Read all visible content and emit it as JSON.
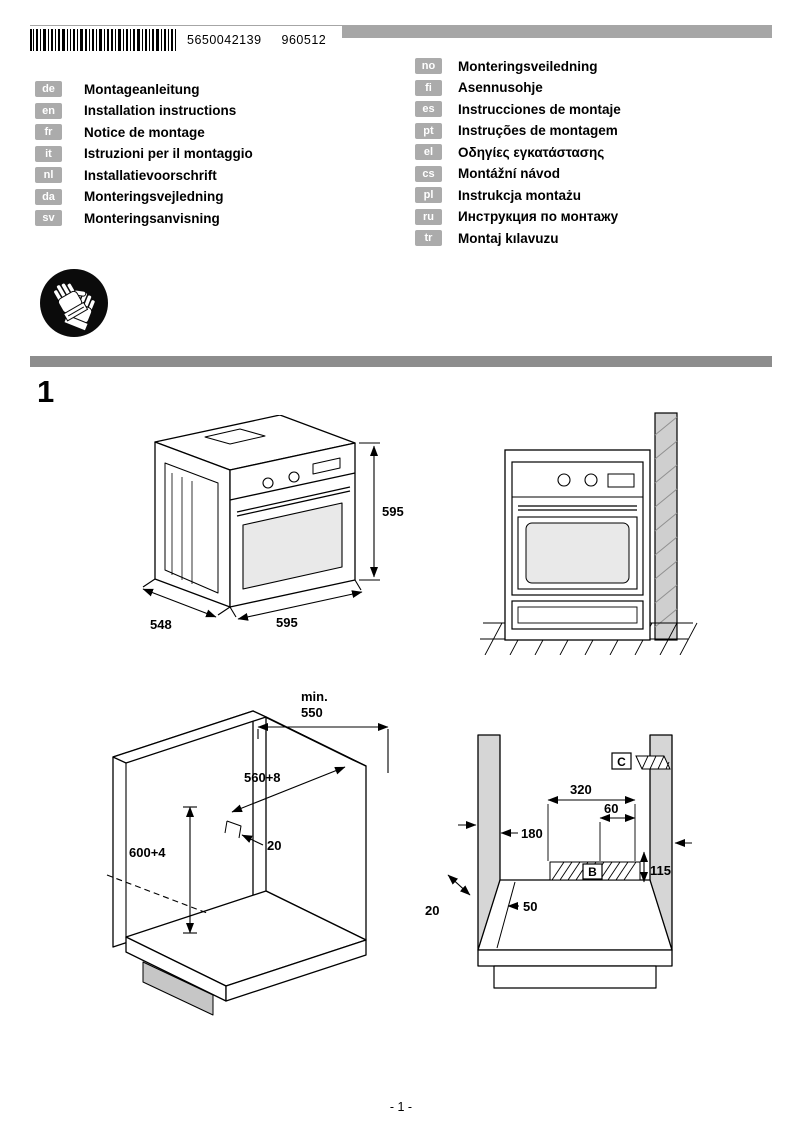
{
  "header": {
    "barcode_number": "5650042139",
    "print_code": "960512"
  },
  "languages": {
    "left": [
      {
        "code": "de",
        "label": "Montageanleitung"
      },
      {
        "code": "en",
        "label": "Installation instructions"
      },
      {
        "code": "fr",
        "label": "Notice de montage"
      },
      {
        "code": "it",
        "label": "Istruzioni per il montaggio"
      },
      {
        "code": "nl",
        "label": "Installatievoorschrift"
      },
      {
        "code": "da",
        "label": "Monteringsvejledning"
      },
      {
        "code": "sv",
        "label": "Monteringsanvisning"
      }
    ],
    "right": [
      {
        "code": "no",
        "label": "Monteringsveiledning"
      },
      {
        "code": "fi",
        "label": "Asennusohje"
      },
      {
        "code": "es",
        "label": "Instrucciones de montaje"
      },
      {
        "code": "pt",
        "label": "Instruções de montagem"
      },
      {
        "code": "el",
        "label": "Οδηγίες εγκατάστασης"
      },
      {
        "code": "cs",
        "label": "Montážní návod"
      },
      {
        "code": "pl",
        "label": "Instrukcja montażu"
      },
      {
        "code": "ru",
        "label": "Инструкция по монтажу"
      },
      {
        "code": "tr",
        "label": "Montaj kılavuzu"
      }
    ]
  },
  "section": {
    "number": "1"
  },
  "figures": {
    "oven": {
      "height": "595",
      "depth": "548",
      "width": "595"
    },
    "cabinet": {
      "min_label": "min.",
      "min_value": "550",
      "inner_width": "560+8",
      "inner_height": "600+4",
      "rear_gap": "20"
    },
    "niche": {
      "width_total": "320",
      "width_small": "60",
      "offset_left": "180",
      "height_right": "115",
      "front_gap": "20",
      "side_offset": "50",
      "label_b": "B",
      "label_c": "C"
    }
  },
  "footer": {
    "page_label": "- 1 -"
  }
}
